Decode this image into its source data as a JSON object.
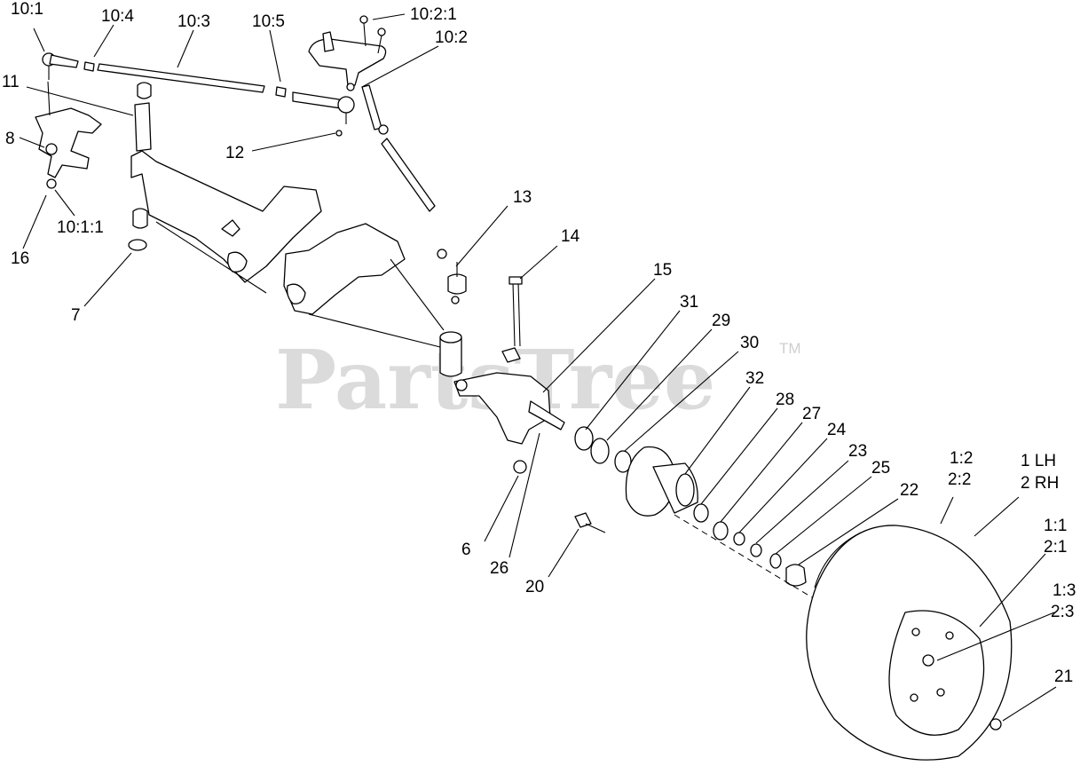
{
  "watermark": {
    "text": "PartsTree",
    "tm": "TM"
  },
  "callouts": [
    {
      "id": "10_1",
      "text": "10:1"
    },
    {
      "id": "10_4",
      "text": "10:4"
    },
    {
      "id": "10_3",
      "text": "10:3"
    },
    {
      "id": "10_5",
      "text": "10:5"
    },
    {
      "id": "10_2_1",
      "text": "10:2:1"
    },
    {
      "id": "10_2",
      "text": "10:2"
    },
    {
      "id": "11",
      "text": "11"
    },
    {
      "id": "8",
      "text": "8"
    },
    {
      "id": "12",
      "text": "12"
    },
    {
      "id": "10_1_1",
      "text": "10:1:1"
    },
    {
      "id": "16",
      "text": "16"
    },
    {
      "id": "7",
      "text": "7"
    },
    {
      "id": "13",
      "text": "13"
    },
    {
      "id": "14",
      "text": "14"
    },
    {
      "id": "15",
      "text": "15"
    },
    {
      "id": "31",
      "text": "31"
    },
    {
      "id": "29",
      "text": "29"
    },
    {
      "id": "30",
      "text": "30"
    },
    {
      "id": "32",
      "text": "32"
    },
    {
      "id": "28",
      "text": "28"
    },
    {
      "id": "27",
      "text": "27"
    },
    {
      "id": "24",
      "text": "24"
    },
    {
      "id": "23",
      "text": "23"
    },
    {
      "id": "25",
      "text": "25"
    },
    {
      "id": "22",
      "text": "22"
    },
    {
      "id": "1_2",
      "text": "1:2"
    },
    {
      "id": "2_2",
      "text": "2:2"
    },
    {
      "id": "1LH",
      "text": "1 LH"
    },
    {
      "id": "2RH",
      "text": "2 RH"
    },
    {
      "id": "1_1",
      "text": "1:1"
    },
    {
      "id": "2_1",
      "text": "2:1"
    },
    {
      "id": "1_3",
      "text": "1:3"
    },
    {
      "id": "2_3",
      "text": "2:3"
    },
    {
      "id": "21",
      "text": "21"
    },
    {
      "id": "6",
      "text": "6"
    },
    {
      "id": "26",
      "text": "26"
    },
    {
      "id": "20",
      "text": "20"
    }
  ]
}
